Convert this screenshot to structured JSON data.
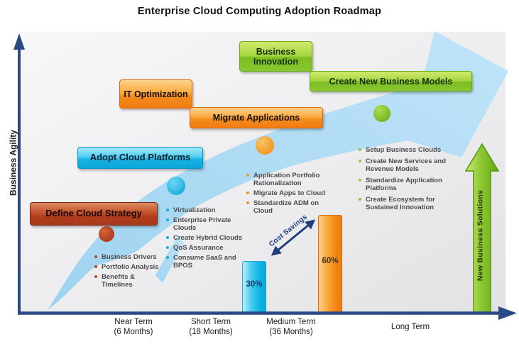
{
  "title": "Enterprise Cloud Computing Adoption Roadmap",
  "y_axis": {
    "label": "Business Agility"
  },
  "x_axis": {
    "ticks": [
      {
        "line1": "Near Term",
        "line2": "(6 Months)"
      },
      {
        "line1": "Short Term",
        "line2": "(18 Months)"
      },
      {
        "line1": "Medium Term",
        "line2": "(36 Months)"
      },
      {
        "line1": "Long Term",
        "line2": ""
      }
    ]
  },
  "phases": {
    "define_cloud_strategy": {
      "label": "Define Cloud Strategy",
      "color": "#b03d1c"
    },
    "adopt_cloud_platforms": {
      "label": "Adopt Cloud Platforms",
      "color": "#17b1e2"
    },
    "it_optimization": {
      "label": "IT Optimization",
      "color": "#f58a1d"
    },
    "migrate_applications": {
      "label": "Migrate Applications",
      "color": "#f58a1d"
    },
    "business_innovation": {
      "label": "Business Innovation",
      "color": "#7cbd24"
    },
    "create_new_business_models": {
      "label": "Create New Business Models",
      "color": "#7cbd24"
    }
  },
  "bullet_columns": [
    {
      "bullet_color": "#c8401e",
      "items": [
        "Business Drivers",
        "Portfolio Analysis",
        "Benefits & Timelines"
      ]
    },
    {
      "bullet_color": "#1fa8dc",
      "items": [
        "Virtualization",
        "Enterprise Private Clouds",
        "Create Hybrid Clouds",
        "QoS Assurance",
        "Consume SaaS and BPOS"
      ]
    },
    {
      "bullet_color": "#f0961e",
      "items": [
        "Application Portfolio Rationalization",
        "Migrate Apps to Cloud",
        "Standardize ADM on Cloud"
      ]
    },
    {
      "bullet_color": "#8cc63c",
      "items": [
        "Setup Business Clouds",
        "Create New Services and Revenue Models",
        "Standardize Application Platforms",
        "Create Ecosystem for Sustained Innovation"
      ]
    }
  ],
  "cost_savings": {
    "label": "Cost Savings",
    "short_term_bar": "30%",
    "medium_term_bar": "60%"
  },
  "right_arrow": {
    "label": "New Business Solutions"
  },
  "colors": {
    "swoosh": "#aed9f3",
    "axis": "#2a4a85",
    "plot_background": "#ececee"
  }
}
